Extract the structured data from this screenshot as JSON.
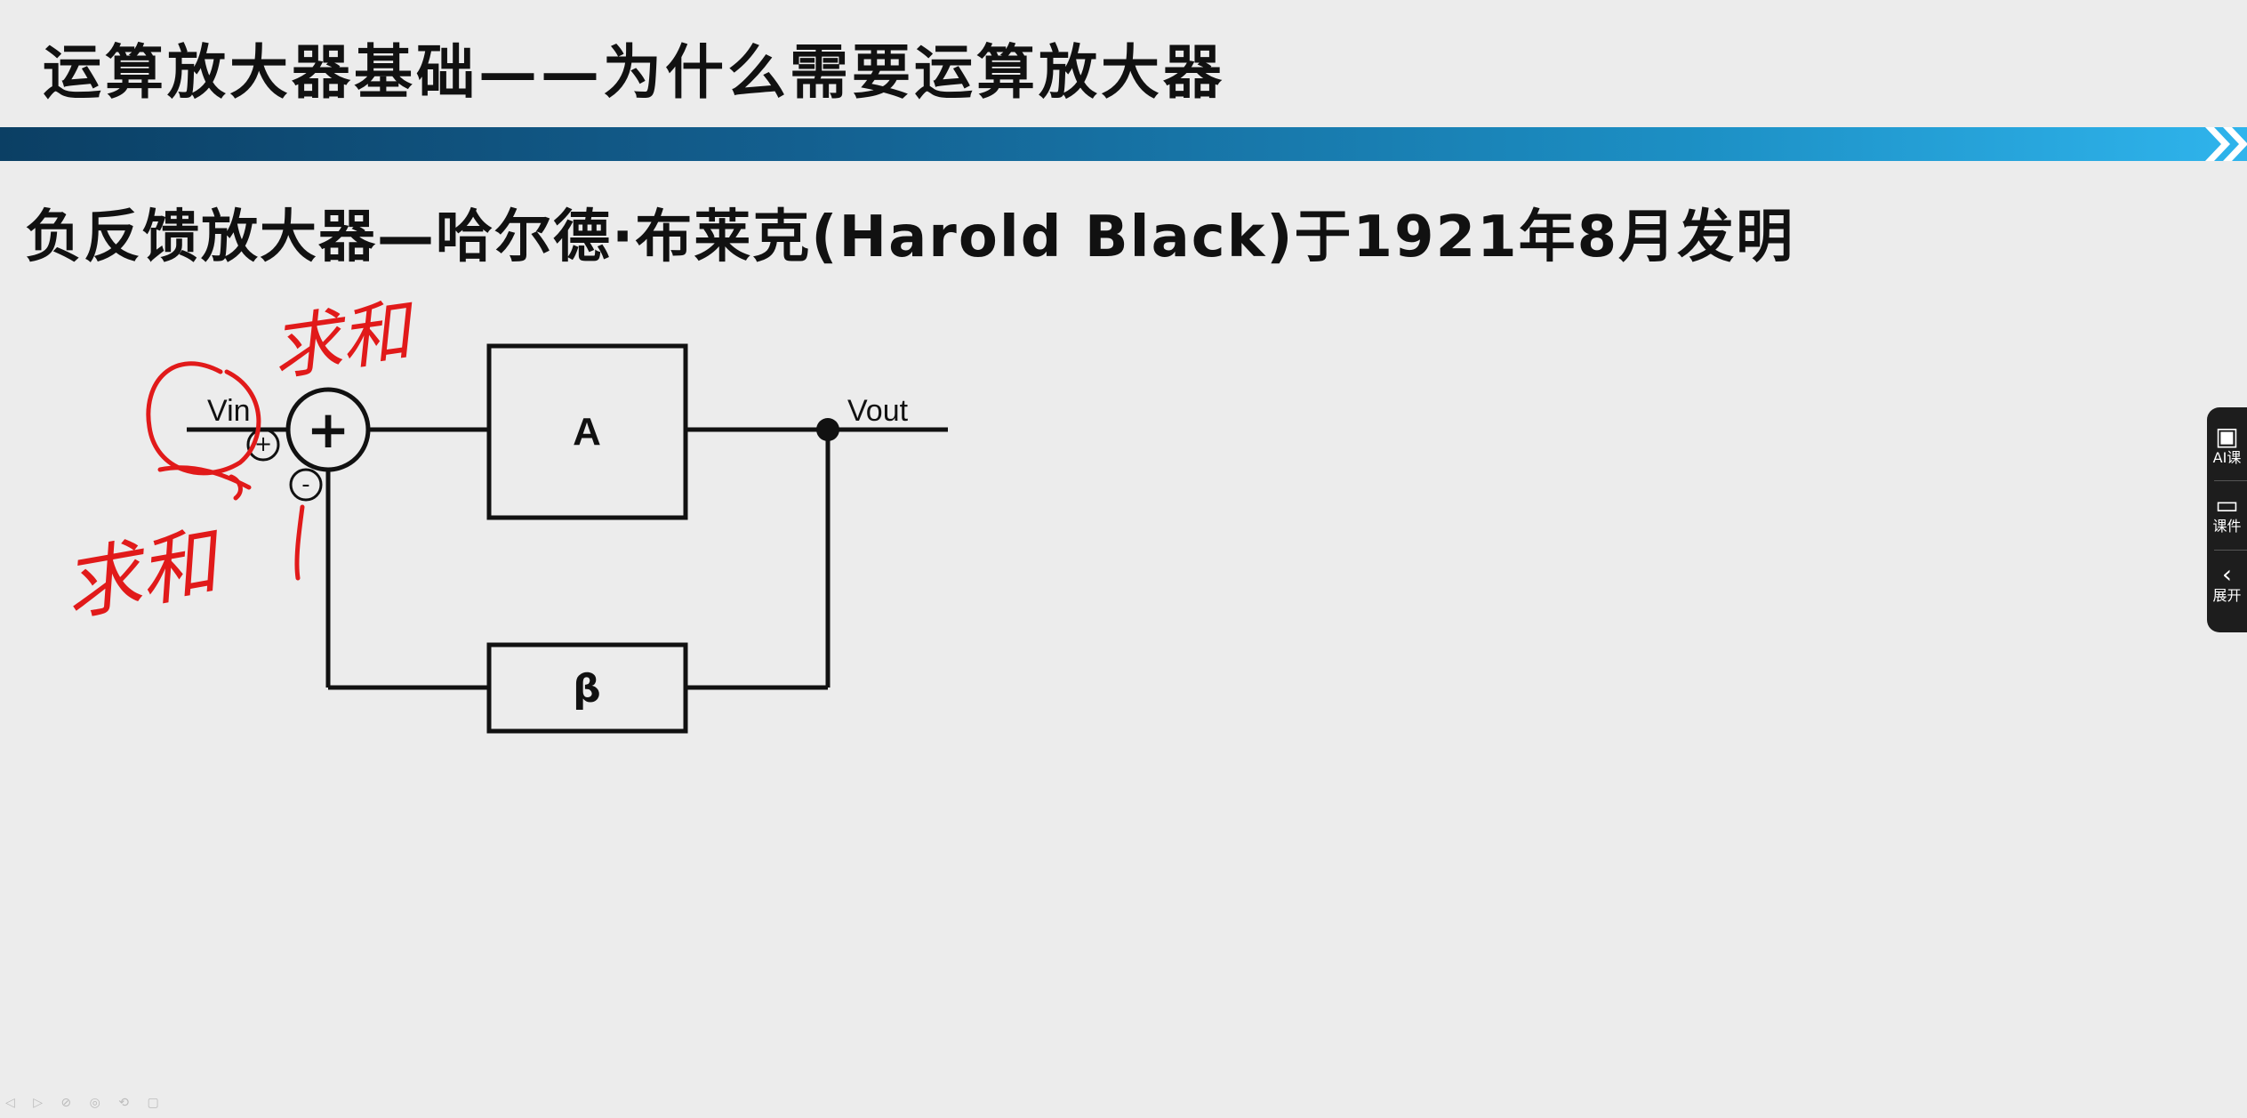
{
  "slide": {
    "title": "运算放大器基础——为什么需要运算放大器",
    "headline": "负反馈放大器—哈尔德·布莱克(Harold Black)于1921年8月发明"
  },
  "diagram": {
    "label_vin": "Vin",
    "label_vout": "Vout",
    "block_a": "A",
    "block_beta": "β",
    "plus_sign": "+",
    "minus_sign": "-",
    "summer_symbol": "+"
  },
  "annotations": {
    "top_note": "求和",
    "left_note": "求和"
  },
  "side_panel": {
    "items": [
      {
        "icon": "ai-icon",
        "label": "AI课"
      },
      {
        "icon": "book-icon",
        "label": "课件"
      },
      {
        "icon": "chevron-left-icon",
        "label": "展开"
      }
    ]
  },
  "colors": {
    "ink": "#111111",
    "annotation": "#e11a1a",
    "banner_start": "#0b3f64",
    "banner_end": "#2fb4ec"
  }
}
